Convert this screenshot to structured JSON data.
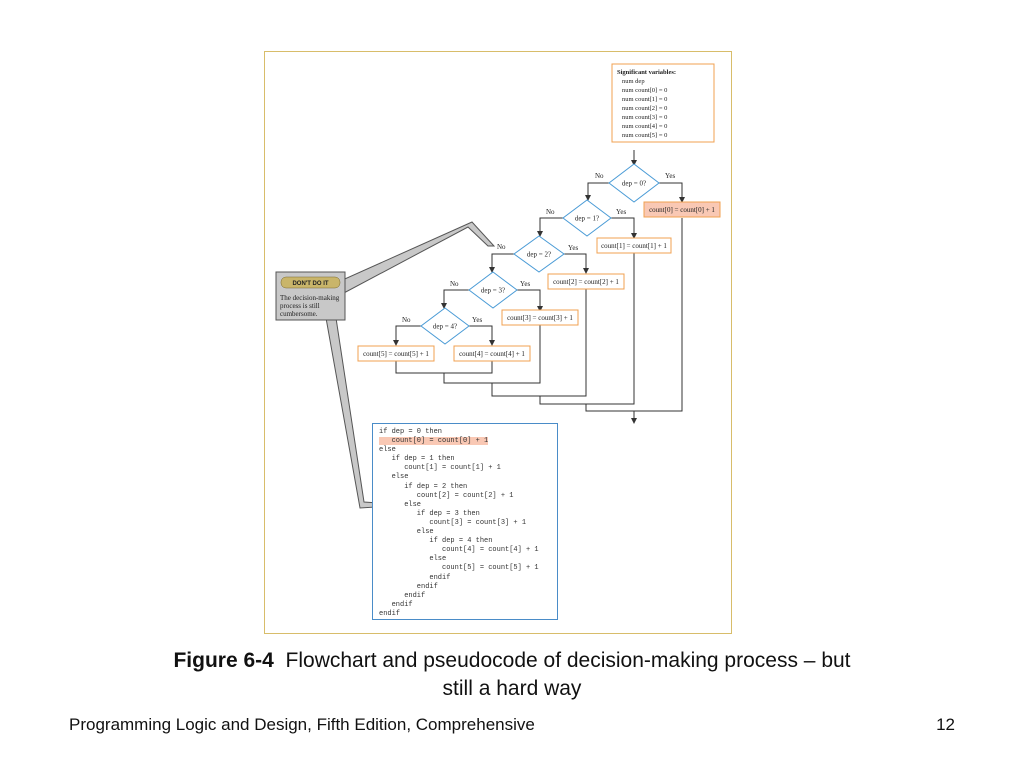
{
  "figure": {
    "variables": {
      "title": "Significant variables:",
      "lines": [
        "num dep",
        "num count[0] = 0",
        "num count[1] = 0",
        "num count[2] = 0",
        "num count[3] = 0",
        "num count[4] = 0",
        "num count[5] = 0"
      ]
    },
    "decisions": [
      "dep = 0?",
      "dep = 1?",
      "dep = 2?",
      "dep = 3?",
      "dep = 4?"
    ],
    "branch_no": "No",
    "branch_yes": "Yes",
    "actions": [
      "count[0] = count[0] + 1",
      "count[1] = count[1] + 1",
      "count[2] = count[2]  + 1",
      "count[3] = count[3] + 1",
      "count[4] = count[4] + 1",
      "count[5] = count[5] + 1"
    ],
    "callout": {
      "badge": "DON'T DO IT",
      "text_lines": [
        "The decision-making",
        "process is still",
        "cumbersome."
      ]
    },
    "pseudocode": [
      "if dep = 0 then",
      "   count[0] = count[0] + 1",
      "else",
      "   if dep = 1 then",
      "      count[1] = count[1] + 1",
      "   else",
      "      if dep = 2 then",
      "         count[2] = count[2] + 1",
      "      else",
      "         if dep = 3 then",
      "            count[3] = count[3] + 1",
      "         else",
      "            if dep = 4 then",
      "               count[4] = count[4] + 1",
      "            else",
      "               count[5] = count[5] + 1",
      "            endif",
      "         endif",
      "      endif",
      "   endif",
      "endif"
    ],
    "highlighted_line": 1
  },
  "caption": {
    "label": "Figure 6-4",
    "text_line1": "Flowchart and pseudocode of decision-making process  – but",
    "text_line2": "still a hard way"
  },
  "footer": {
    "title": "Programming Logic and Design, Fifth Edition, Comprehensive",
    "page": "12"
  },
  "colors": {
    "frame_border": "#d8bd6a",
    "process_border": "#f0a050",
    "decision_border": "#4a9bd6",
    "highlight_fill": "#f9c8b4",
    "callout_fill": "#c8c8c8",
    "badge_fill": "#c9b56a"
  }
}
